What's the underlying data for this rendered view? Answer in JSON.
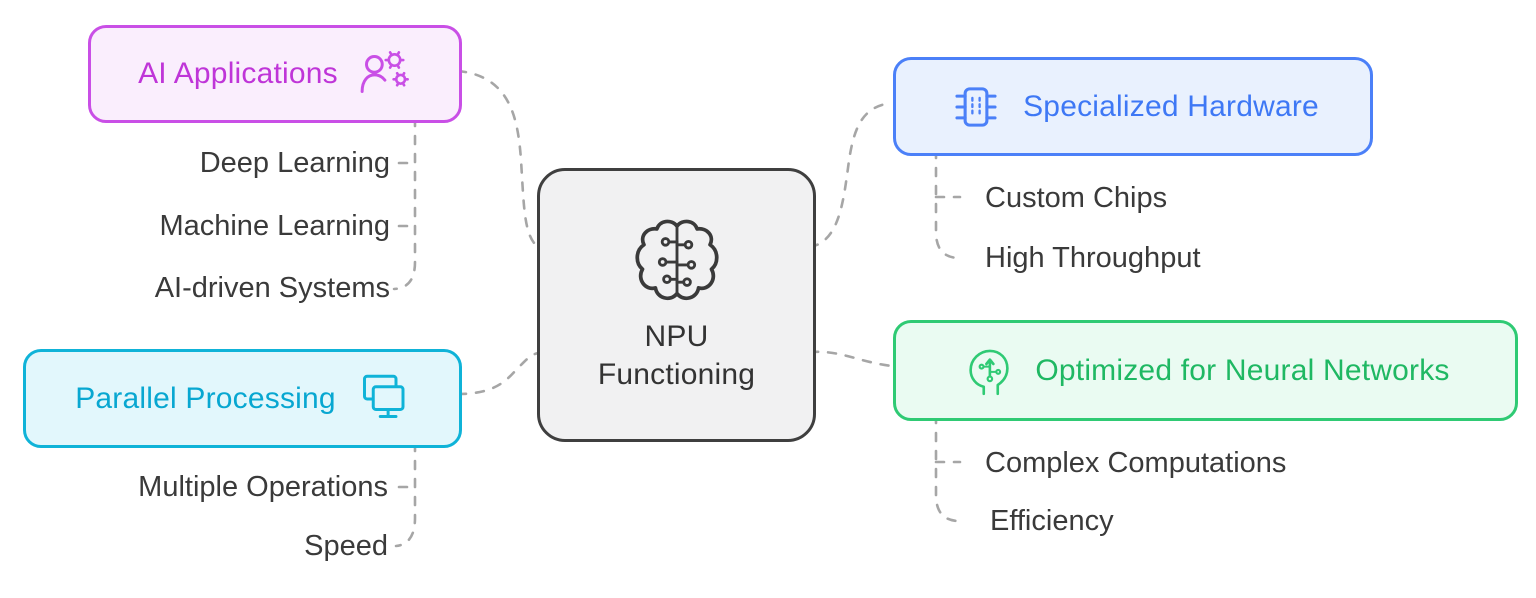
{
  "diagram": {
    "type": "mindmap",
    "connector_color": "#a6a6a6"
  },
  "center": {
    "line1": "NPU",
    "line2": "Functioning",
    "icon": "brain-icon",
    "bg_color": "#f1f1f2",
    "border_color": "#3f3f3f",
    "text_color": "#333333"
  },
  "branches": {
    "ai_applications": {
      "label": "AI Applications",
      "icon": "person-gears-icon",
      "text_color": "#bf35d8",
      "border_color": "#c94fe6",
      "bg_color": "#faeefd",
      "children": [
        "Deep Learning",
        "Machine Learning",
        "AI-driven Systems"
      ]
    },
    "parallel_processing": {
      "label": "Parallel Processing",
      "icon": "dual-monitors-icon",
      "text_color": "#08a7d1",
      "border_color": "#0fb3d8",
      "bg_color": "#e2f7fc",
      "children": [
        "Multiple Operations",
        "Speed"
      ]
    },
    "specialized_hardware": {
      "label": "Specialized Hardware",
      "icon": "chip-icon",
      "text_color": "#3e78f5",
      "border_color": "#4b80f8",
      "bg_color": "#e9f1fe",
      "children": [
        "Custom Chips",
        "High Throughput"
      ]
    },
    "optimized_neural": {
      "label": "Optimized for Neural Networks",
      "icon": "head-circuit-icon",
      "text_color": "#1fb863",
      "border_color": "#2fca74",
      "bg_color": "#eafbf2",
      "children": [
        "Complex Computations",
        "Efficiency"
      ]
    }
  }
}
